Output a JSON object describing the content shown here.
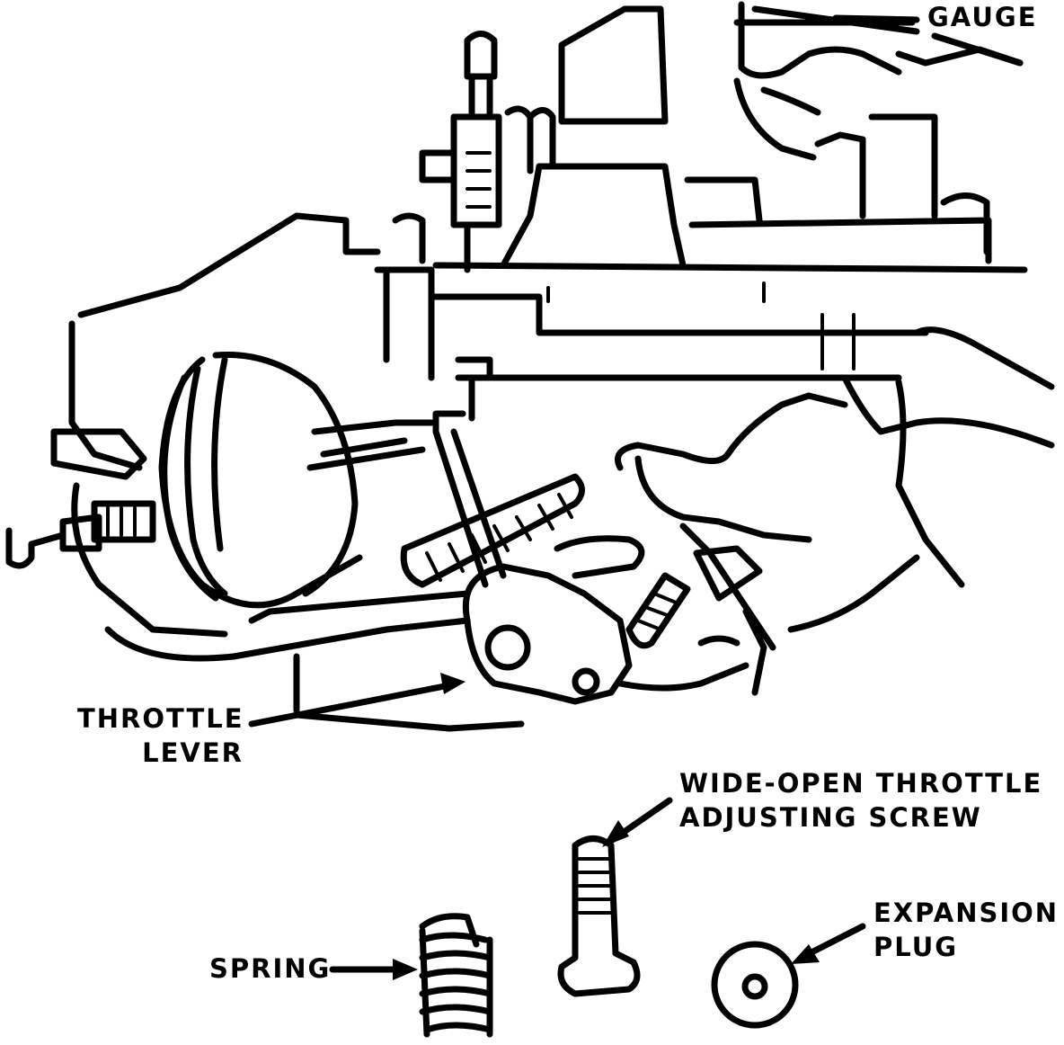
{
  "labels": {
    "gauge": "GAUGE",
    "throttle_lever": [
      "THROTTLE",
      "LEVER"
    ],
    "wot_screw": [
      "WIDE-OPEN THROTTLE",
      "ADJUSTING SCREW"
    ],
    "spring": "SPRING",
    "expansion_plug": [
      "EXPANSION",
      "PLUG"
    ]
  },
  "colors": {
    "line": "#000000",
    "background": "#ffffff"
  }
}
